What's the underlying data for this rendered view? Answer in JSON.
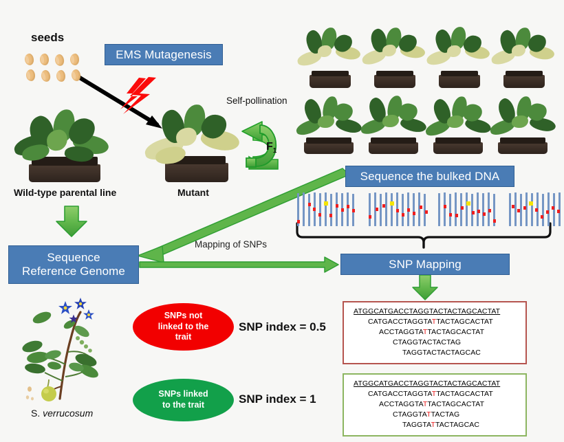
{
  "diagram": {
    "title": "Forward genetics mapping-by-sequencing workflow",
    "background_color": "#f7f7f5",
    "box_color": "#4a7cb5",
    "arrow_green": "#45b649",
    "snp_red": "#e8191b",
    "snp_yellow": "#f5e400"
  },
  "labels": {
    "seeds": "seeds",
    "self_pollination": "Self-pollination",
    "f1": "F",
    "f1_sub": "1",
    "wild_type": "Wild-type parental line",
    "mutant": "Mutant",
    "mapping_of_snps": "Mapping of SNPs",
    "species_prefix": "S. ",
    "species_italic": "verrucosum"
  },
  "boxes": {
    "ems": "EMS Mutagenesis",
    "sequence_bulked_dna": "Sequence the bulked DNA",
    "sequence_reference_genome_line1": "Sequence",
    "sequence_reference_genome_line2": "Reference Genome",
    "snp_mapping": "SNP Mapping"
  },
  "ellipses": [
    {
      "id": "snps-not-linked",
      "color": "#f20000",
      "lines": [
        "SNPs not",
        "linked to the",
        "trait"
      ],
      "index_label": "SNP index = 0.5"
    },
    {
      "id": "snps-linked",
      "color": "#12a04a",
      "lines": [
        "SNPs linked",
        "to the trait"
      ],
      "index_label": "SNP index = 1"
    }
  ],
  "sequence_boxes": [
    {
      "id": "unlinked-snp-alignment",
      "border_color": "#b5544e",
      "reads": [
        {
          "pre": "ATGGCATGACCTAGGTACTACTAGCACTAT",
          "snp": "",
          "post": "",
          "reference": true,
          "indent": 0
        },
        {
          "pre": "CATGACCTAGGTA",
          "snp": "T",
          "post": "TACTAGCACTAT",
          "reference": false,
          "indent": 1
        },
        {
          "pre": "ACCTAGGTA",
          "snp": "T",
          "post": "TACTAGCACTAT",
          "reference": false,
          "indent": 2
        },
        {
          "pre": "CTAGGTACTACTAG",
          "snp": "",
          "post": "",
          "reference": false,
          "indent": 3
        },
        {
          "pre": "TAGGTACTACTAGCAC",
          "snp": "",
          "post": "",
          "reference": false,
          "indent": 4
        }
      ]
    },
    {
      "id": "linked-snp-alignment",
      "border_color": "#8cb560",
      "reads": [
        {
          "pre": "ATGGCATGACCTAGGTACTACTAGCACTAT",
          "snp": "",
          "post": "",
          "reference": true,
          "indent": 0
        },
        {
          "pre": "CATGACCTAGGTA",
          "snp": "T",
          "post": "TACTAGCACTAT",
          "reference": false,
          "indent": 1
        },
        {
          "pre": "ACCTAGGTA",
          "snp": "T",
          "post": "TACTAGCACTAT",
          "reference": false,
          "indent": 2
        },
        {
          "pre": "CTAGGTA",
          "snp": "T",
          "post": "TACTAG",
          "reference": false,
          "indent": 3
        },
        {
          "pre": "TAGGTA",
          "snp": "T",
          "post": "TACTAGCAC",
          "reference": false,
          "indent": 4
        }
      ]
    }
  ],
  "progeny_plants": {
    "count": 8,
    "rows": 2,
    "per_row": 4,
    "top_row_phenotype": "variegated",
    "bottom_row_phenotype": "green"
  },
  "seed_cluster": {
    "count": 8,
    "rows": 2,
    "per_row": 4,
    "color": "#edbe7f"
  },
  "dna_read_groups": {
    "count": 4,
    "bars_per_group": 11,
    "bar_color": "#7596c4",
    "snp_dot_color": "#f01d1d",
    "linked_dot_color": "#f5e400"
  }
}
